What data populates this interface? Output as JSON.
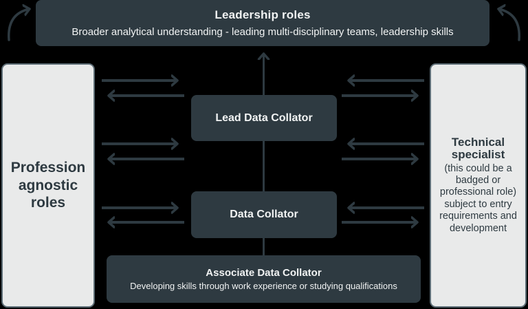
{
  "colors": {
    "background": "#000000",
    "dark_box": "#2e3a41",
    "light_box": "#e9eaea",
    "light_box_border": "#5c6c75",
    "text_on_dark": "#f1f3f3",
    "text_on_light": "#2e3a41",
    "arrow": "#2e3a41"
  },
  "icons": {
    "bidirectional_exchange_arrows": "⇄",
    "up_arrow": "↑",
    "curved_up_arrow": "⤴"
  },
  "banner": {
    "title": "Leadership roles",
    "subtitle": "Broader analytical understanding - leading multi-disciplinary teams, leadership skills"
  },
  "left_box": {
    "label": "Profession agnostic roles"
  },
  "right_box": {
    "title": "Technical specialist",
    "body": "(this could be a badged or professional role) subject to entry requirements and development"
  },
  "center_boxes": [
    {
      "label": "Lead Data Collator"
    },
    {
      "label": "Data Collator"
    }
  ],
  "associate_box": {
    "title": "Associate Data Collator",
    "subtitle": "Developing skills through work experience or studying qualifications"
  }
}
